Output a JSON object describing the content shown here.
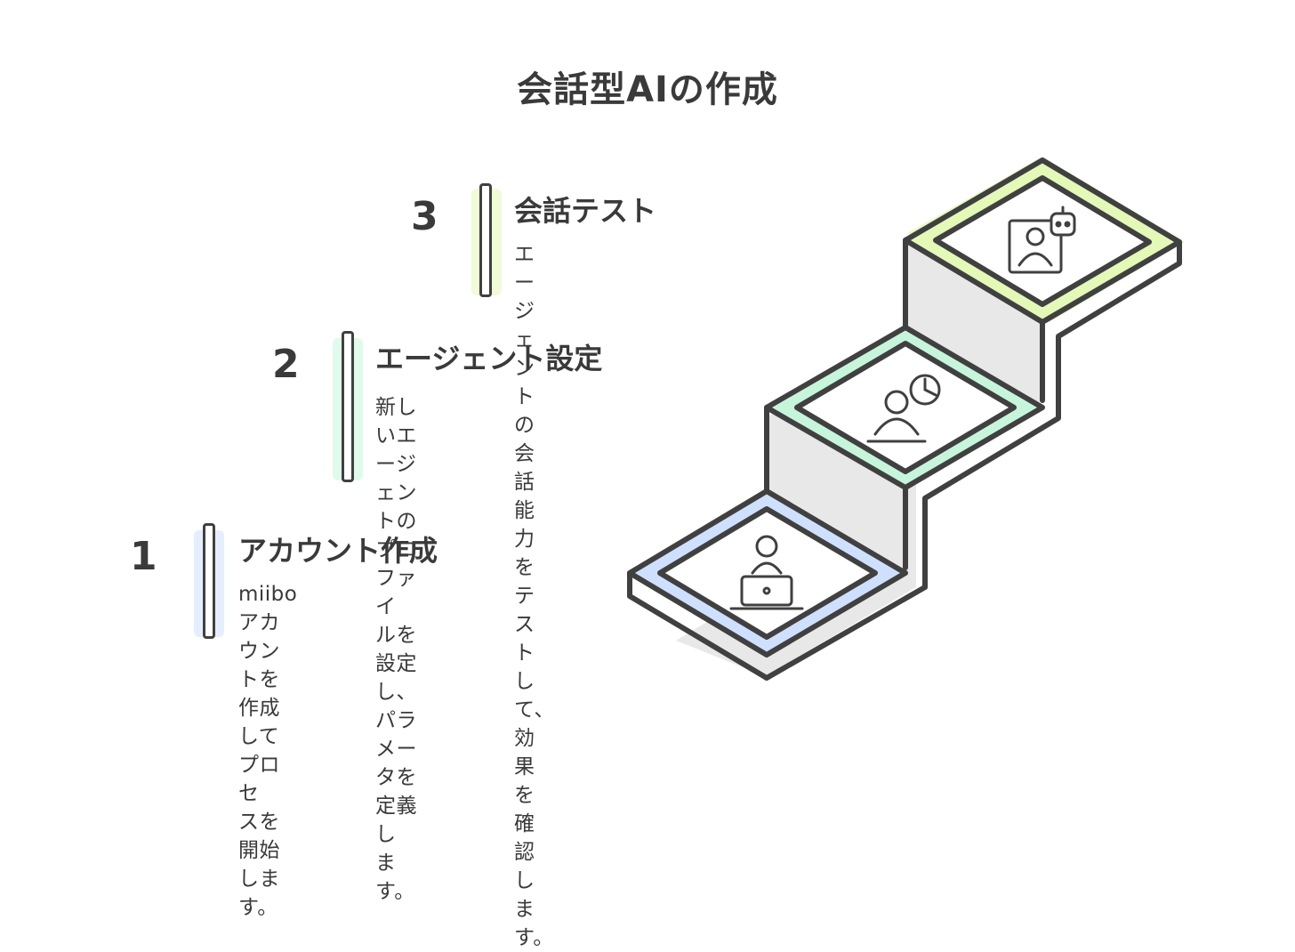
{
  "title": "会話型AIの作成",
  "steps": [
    {
      "number": "1",
      "heading": "アカウント作成",
      "description": "miiboアカウントを作成してプロセ\nスを開始します。",
      "icon": "person-laptop-icon",
      "accent": "#cfe0ff"
    },
    {
      "number": "2",
      "heading": "エージェント設定",
      "description": "新しいエージェントのプロファイ\nルを設定し、パラメータを定義し\nます。",
      "icon": "person-settings-icon",
      "accent": "#c7f5dc"
    },
    {
      "number": "3",
      "heading": "会話テスト",
      "description": "エージェントの会話能力をテスト\nして、効果を確認します。",
      "icon": "profile-robot-icon",
      "accent": "#e4f8b8"
    }
  ]
}
